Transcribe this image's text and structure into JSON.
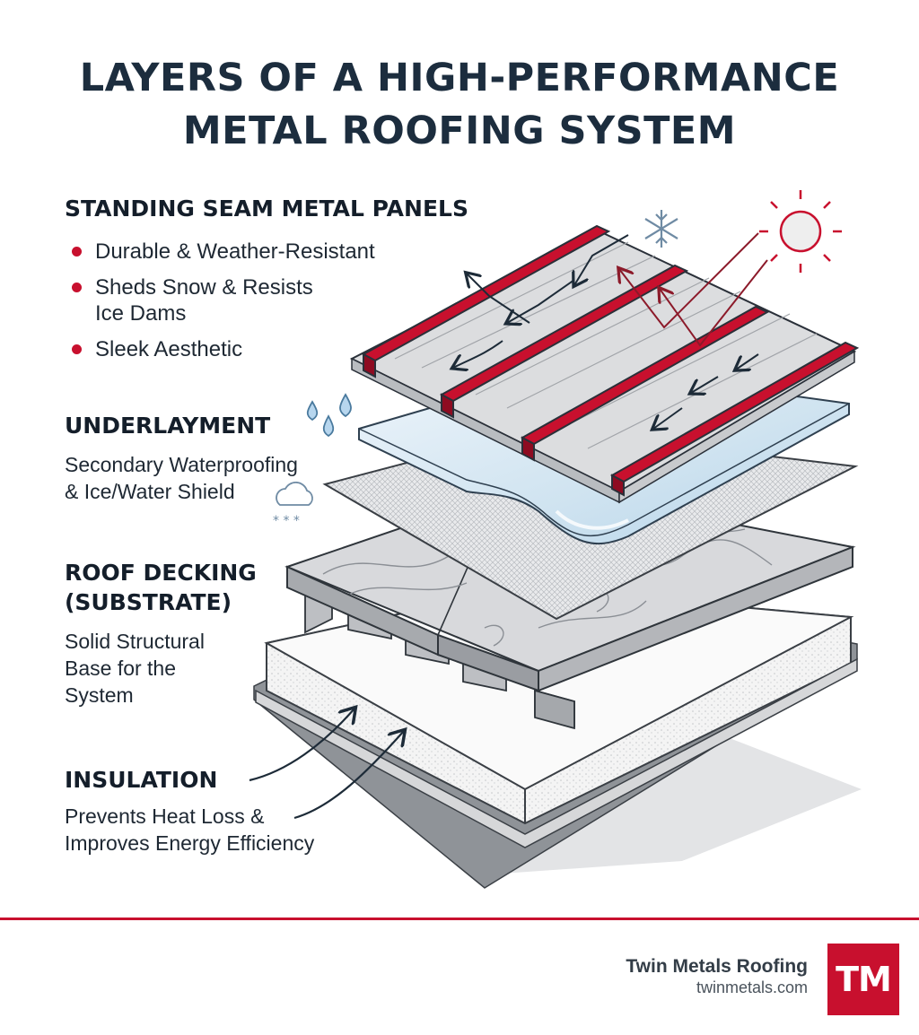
{
  "title": {
    "line1": "LAYERS OF A HIGH-PERFORMANCE",
    "line2": "METAL ROOFING SYSTEM"
  },
  "layers": {
    "panels": {
      "heading": "STANDING SEAM METAL PANELS",
      "bullets": [
        "Durable & Weather-Resistant",
        "Sheds Snow & Resists",
        "Ice Dams",
        "Sleek Aesthetic"
      ]
    },
    "underlayment": {
      "heading": "UNDERLAYMENT",
      "desc": [
        "Secondary Waterproofing",
        "& Ice/Water Shield"
      ]
    },
    "decking": {
      "heading": [
        "ROOF DECKING",
        "(SUBSTRATE)"
      ],
      "desc": [
        "Solid Structural",
        "Base for the",
        "System"
      ]
    },
    "insulation": {
      "heading": "INSULATION",
      "desc": [
        "Prevents Heat Loss &",
        "Improves Energy Efficiency"
      ]
    }
  },
  "brand": {
    "name": "Twin Metals Roofing",
    "url": "twinmetals.com",
    "logo_text": "TM"
  },
  "icons": [
    "snowflake-icon",
    "sun-icon",
    "water-drops-icon",
    "cloud-snow-icon"
  ],
  "colors": {
    "accent_red": "#c8102e",
    "navy": "#1c2d3e",
    "metal_gray": "#dcdddf",
    "underlayment_blue": "#cfe3f0"
  }
}
